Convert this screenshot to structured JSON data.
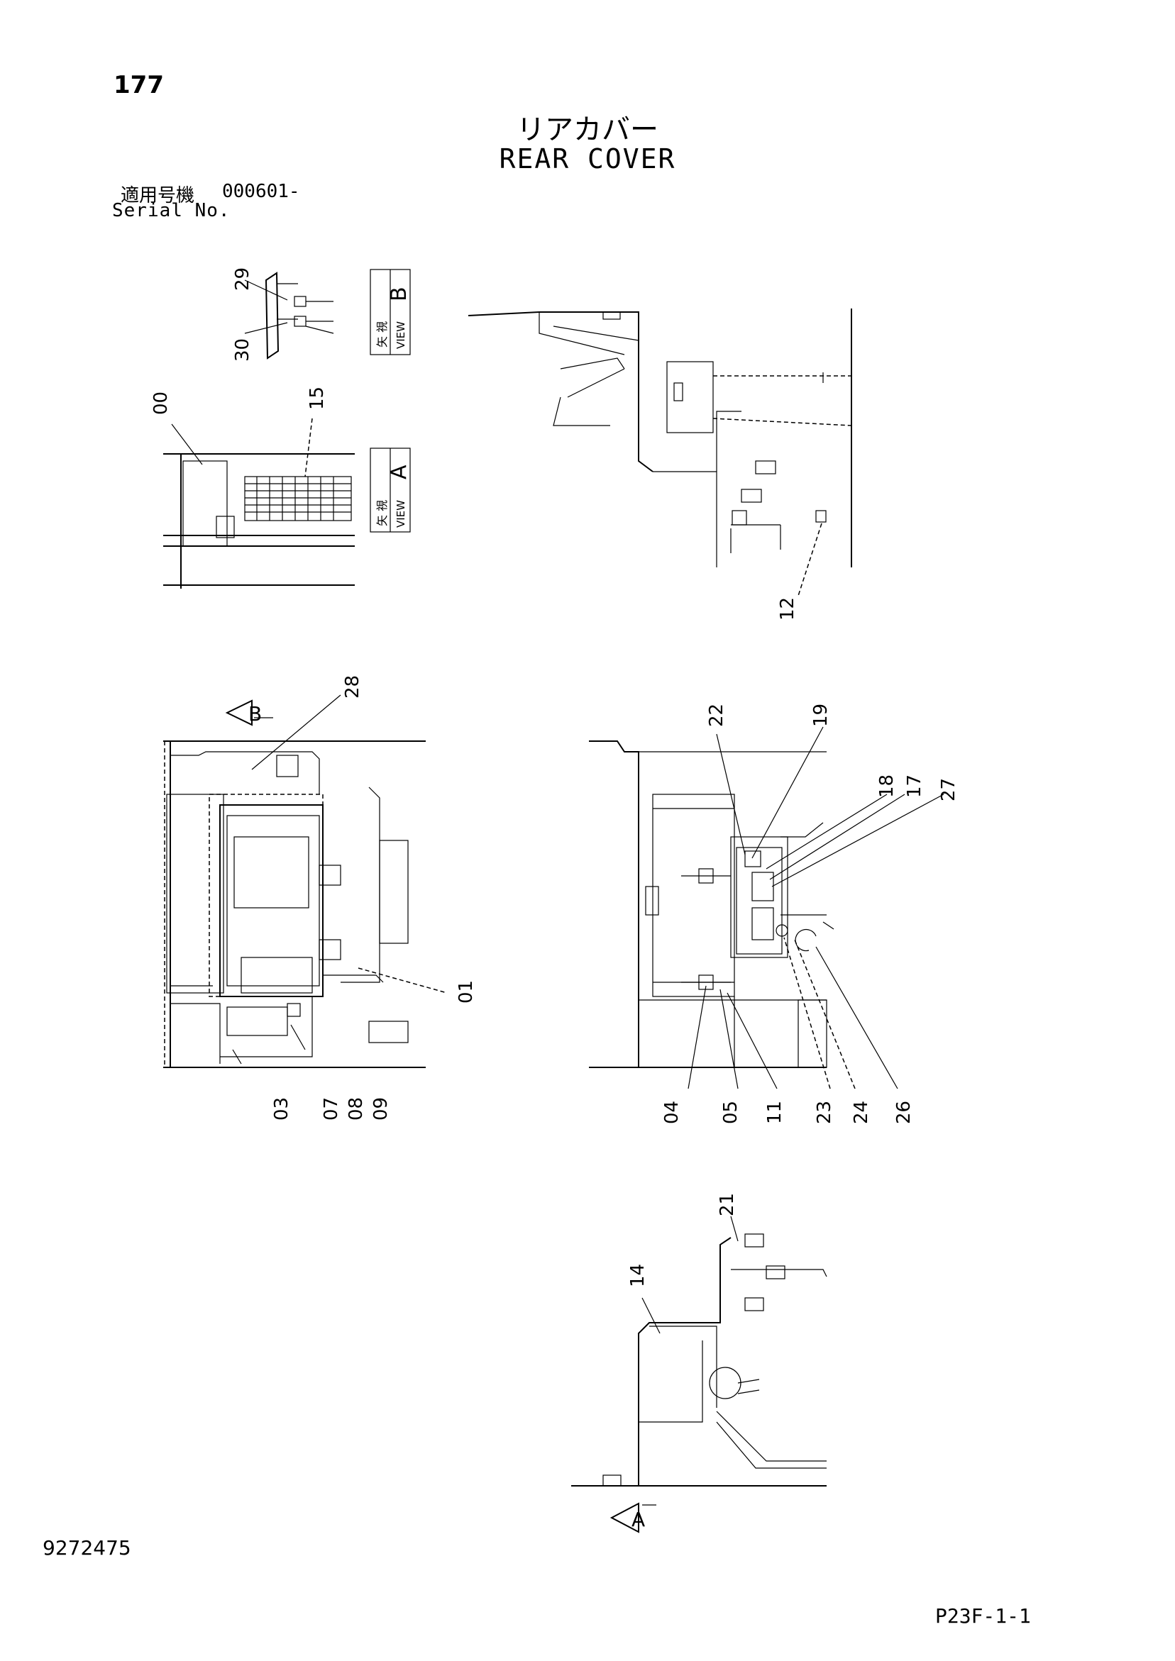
{
  "header": {
    "page_number": "177",
    "title_jp": "リアカバー",
    "title_en": "REAR COVER",
    "serial_label_jp": "適用号機",
    "serial_value": "000601-",
    "serial_label_en": "Serial No."
  },
  "view_boxes": {
    "view_b": {
      "kanji": "矢 視",
      "word": "VIEW",
      "letter": "B"
    },
    "view_a": {
      "kanji": "矢 視",
      "word": "VIEW",
      "letter": "A"
    }
  },
  "view_markers": {
    "b": "B",
    "a": "A"
  },
  "callouts": {
    "c29": "29",
    "c30": "30",
    "c00": "00",
    "c15": "15",
    "c12": "12",
    "c28": "28",
    "c01": "01",
    "c03": "03",
    "c07": "07",
    "c08": "08",
    "c09": "09",
    "c22": "22",
    "c19": "19",
    "c18": "18",
    "c17": "17",
    "c27": "27",
    "c04": "04",
    "c05": "05",
    "c11": "11",
    "c23": "23",
    "c24": "24",
    "c26": "26",
    "c21": "21",
    "c14": "14"
  },
  "footer": {
    "drawing_number": "9272475",
    "page_code": "P23F-1-1"
  }
}
